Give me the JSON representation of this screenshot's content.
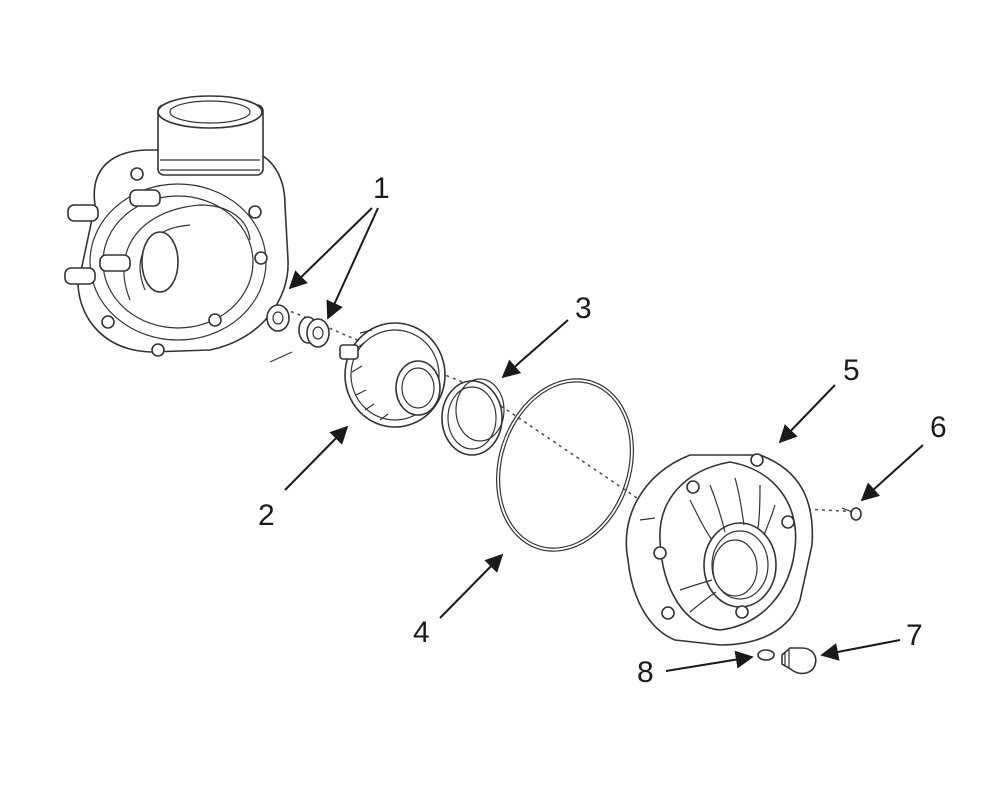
{
  "callouts": [
    {
      "id": "1",
      "label": "1"
    },
    {
      "id": "2",
      "label": "2"
    },
    {
      "id": "3",
      "label": "3"
    },
    {
      "id": "4",
      "label": "4"
    },
    {
      "id": "5",
      "label": "5"
    },
    {
      "id": "6",
      "label": "6"
    },
    {
      "id": "7",
      "label": "7"
    },
    {
      "id": "8",
      "label": "8"
    }
  ],
  "colors": {
    "line": "#333333",
    "background": "#ffffff"
  }
}
